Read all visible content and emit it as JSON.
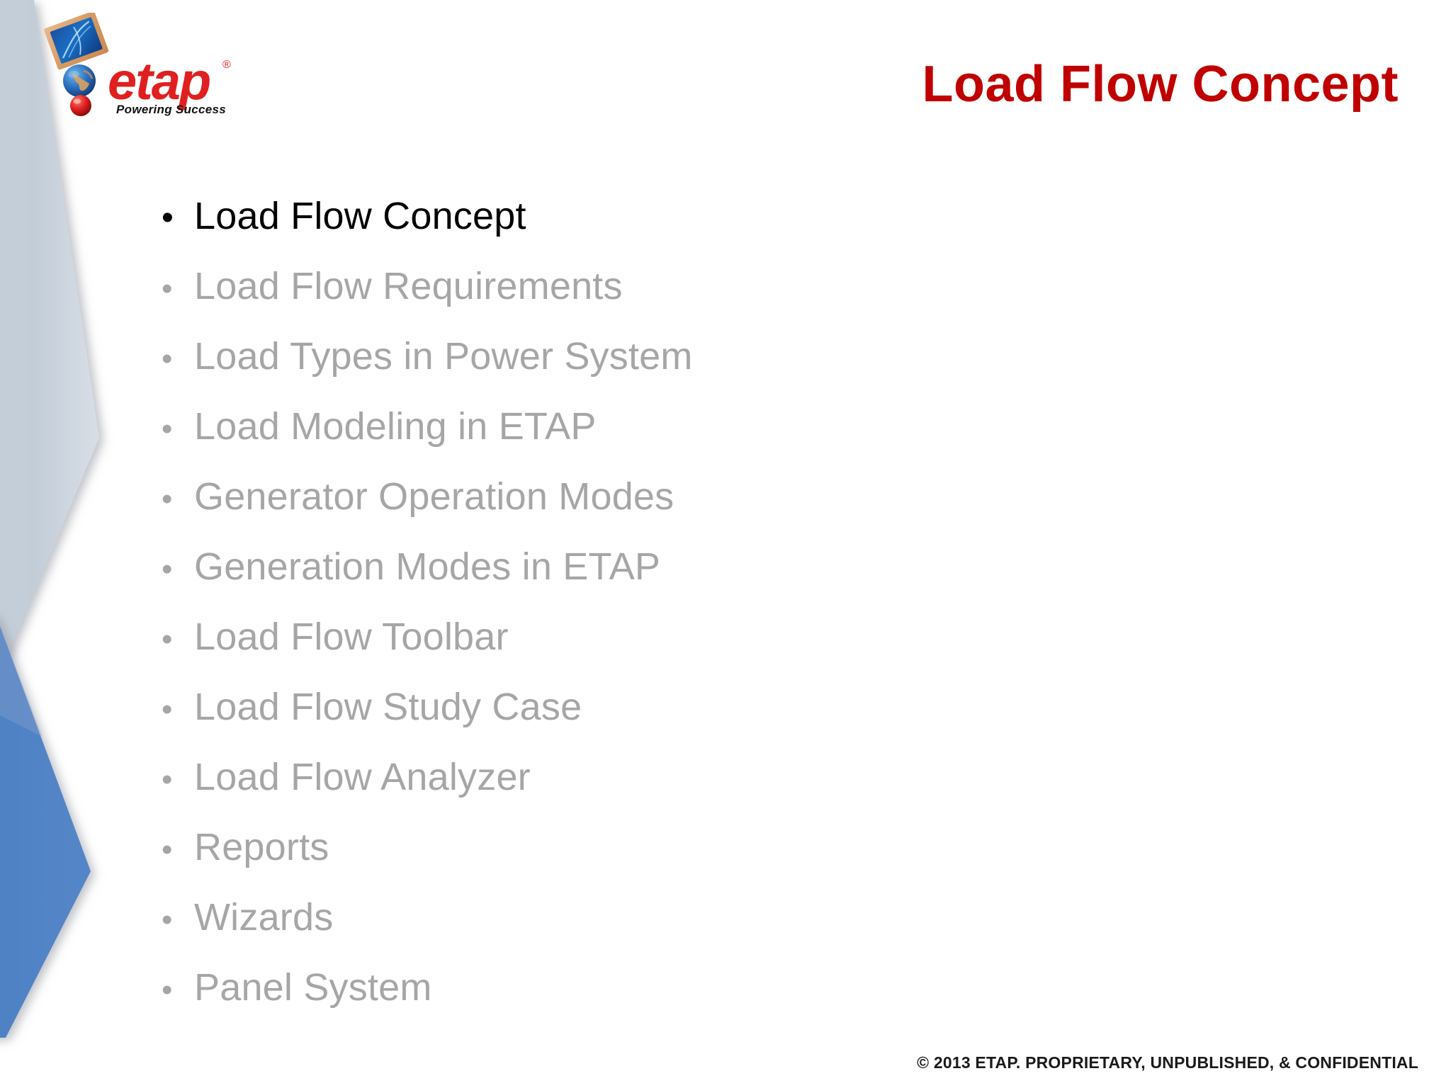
{
  "slide": {
    "title": "Load Flow Concept",
    "footer": "© 2013 ETAP. PROPRIETARY, UNPUBLISHED, & CONFIDENTIAL",
    "bullet_glyph": "•"
  },
  "logo": {
    "wordmark": "etap",
    "registered": "®",
    "tagline": "Powering Success"
  },
  "colors": {
    "title_red": "#C00000",
    "wordmark_red": "#E02020",
    "active_text": "#000000",
    "inactive_text": "#A6A6A6",
    "chevron_light": "#C3CDD8",
    "chevron_blue": "#4E80C2",
    "footer_text": "#1A1A1A",
    "background": "#FFFFFF"
  },
  "agenda": {
    "items": [
      {
        "label": "Load Flow Concept",
        "active": true
      },
      {
        "label": "Load Flow Requirements",
        "active": false
      },
      {
        "label": "Load Types in Power System",
        "active": false
      },
      {
        "label": "Load Modeling in ETAP",
        "active": false
      },
      {
        "label": "Generator Operation Modes",
        "active": false
      },
      {
        "label": "Generation Modes in ETAP",
        "active": false
      },
      {
        "label": "Load Flow Toolbar",
        "active": false
      },
      {
        "label": "Load Flow Study Case",
        "active": false
      },
      {
        "label": "Load Flow Analyzer",
        "active": false
      },
      {
        "label": "Reports",
        "active": false
      },
      {
        "label": "Wizards",
        "active": false
      },
      {
        "label": "Panel System",
        "active": false
      }
    ]
  }
}
